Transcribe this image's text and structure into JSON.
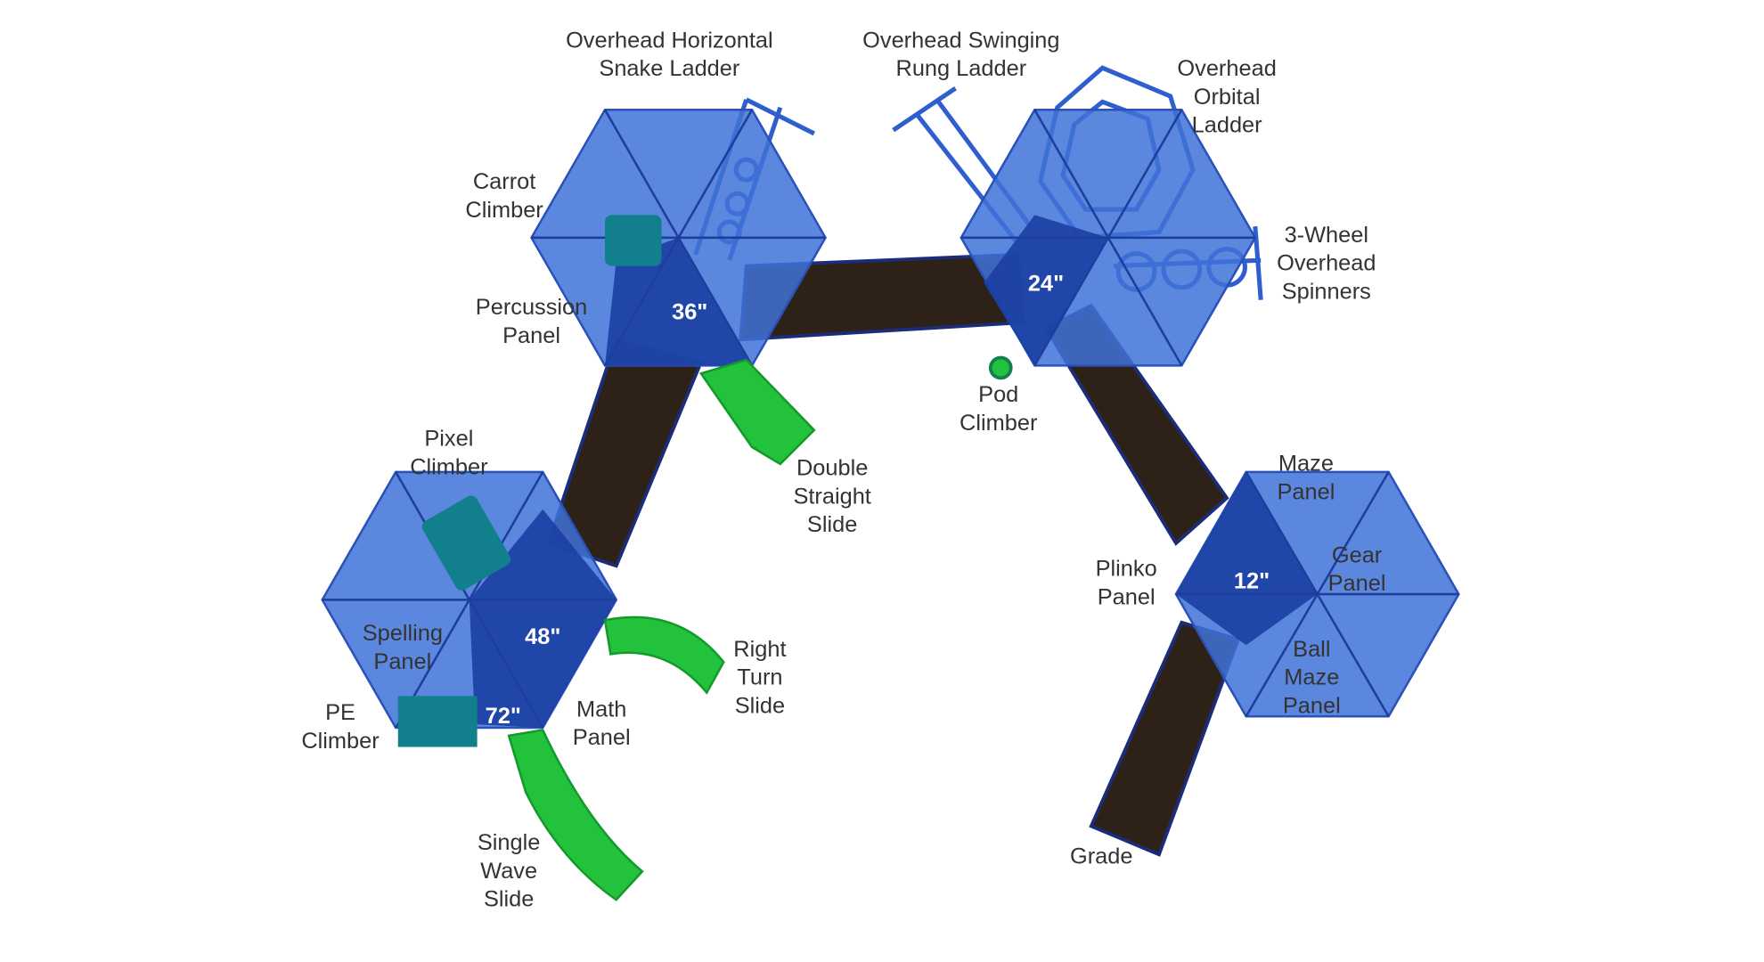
{
  "title": "Playground layout diagram",
  "colors": {
    "roof": "#3f72d8",
    "roof_dark": "#1b3fa3",
    "walkway": "#2e2218",
    "slide": "#22c23c",
    "text": "#333333"
  },
  "decks": {
    "d36": "36\"",
    "d24": "24\"",
    "d48": "48\"",
    "d72": "72\"",
    "d12": "12\""
  },
  "labels": {
    "snake_ladder": [
      "Overhead Horizontal",
      "Snake Ladder"
    ],
    "rung_ladder": [
      "Overhead Swinging",
      "Rung Ladder"
    ],
    "orbital_ladder": [
      "Overhead",
      "Orbital",
      "Ladder"
    ],
    "carrot_climber": [
      "Carrot",
      "Climber"
    ],
    "percussion_panel": [
      "Percussion",
      "Panel"
    ],
    "spinners": [
      "3-Wheel",
      "Overhead",
      "Spinners"
    ],
    "pod_climber": [
      "Pod",
      "Climber"
    ],
    "double_slide": [
      "Double",
      "Straight",
      "Slide"
    ],
    "pixel_climber": [
      "Pixel",
      "Climber"
    ],
    "maze_panel": [
      "Maze",
      "Panel"
    ],
    "plinko_panel": [
      "Plinko",
      "Panel"
    ],
    "gear_panel": [
      "Gear",
      "Panel"
    ],
    "spelling_panel": [
      "Spelling",
      "Panel"
    ],
    "right_turn_slide": [
      "Right",
      "Turn",
      "Slide"
    ],
    "ball_maze_panel": [
      "Ball",
      "Maze",
      "Panel"
    ],
    "pe_climber": [
      "PE",
      "Climber"
    ],
    "math_panel": [
      "Math",
      "Panel"
    ],
    "single_wave_slide": [
      "Single",
      "Wave",
      "Slide"
    ],
    "grade": [
      "Grade"
    ]
  }
}
